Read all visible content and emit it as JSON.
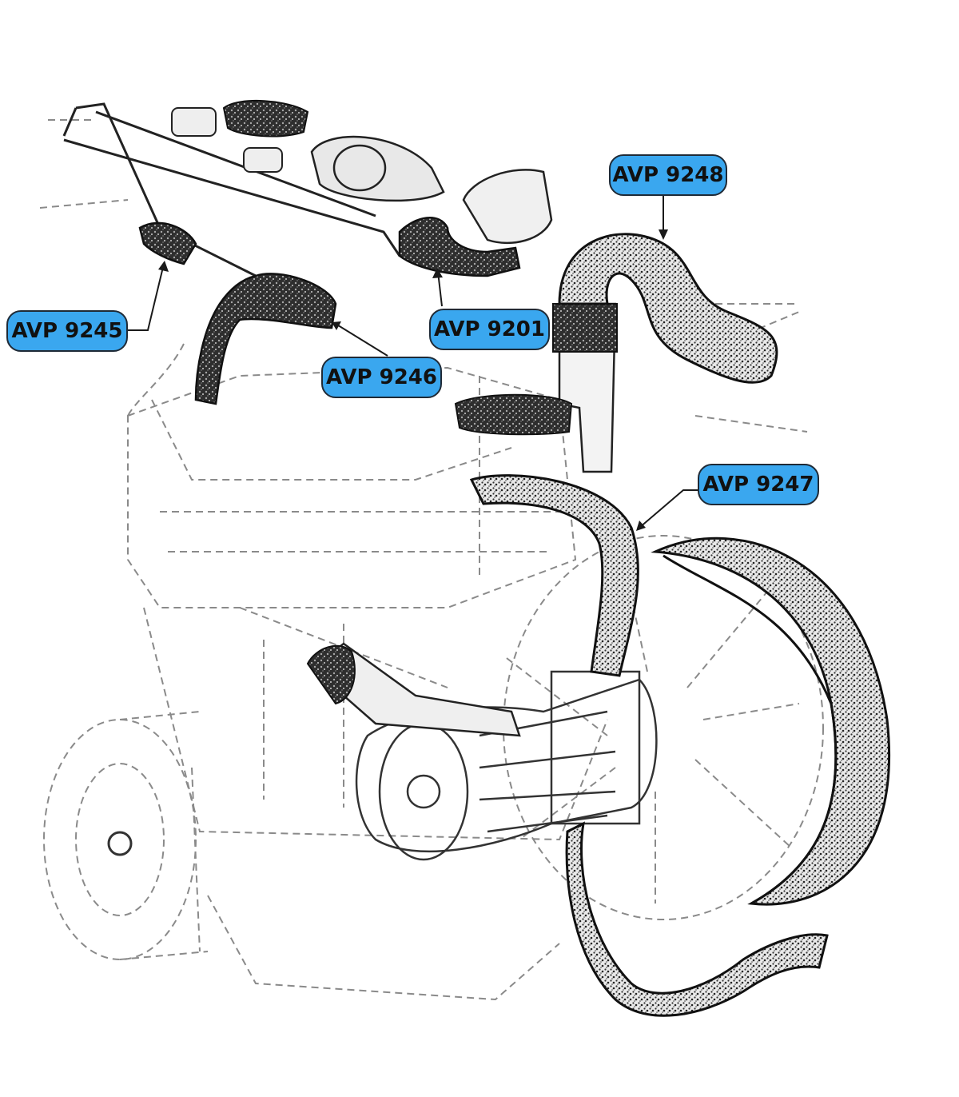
{
  "colors": {
    "callout_fill": "#3aa7ef",
    "ink": "#1a1a1a",
    "ghost": "#8a8a8a",
    "hose_fill": "#3b3b3b",
    "hose_texture": "#9a9a9a"
  },
  "callouts": {
    "avp_9248": "AVP 9248",
    "avp_9245": "AVP 9245",
    "avp_9201": "AVP 9201",
    "avp_9246": "AVP 9246",
    "avp_9247": "AVP 9247"
  }
}
